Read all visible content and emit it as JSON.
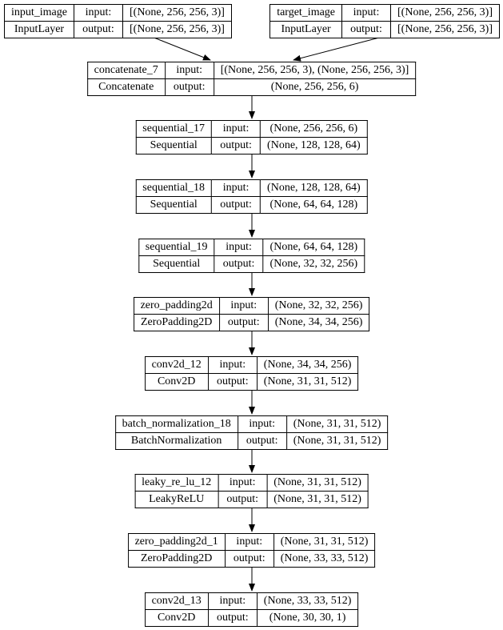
{
  "diagram": {
    "kind": "keras-layer-graph",
    "labels": {
      "input": "input:",
      "output": "output:"
    },
    "nodes": [
      {
        "name": "input_image",
        "type": "InputLayer",
        "input": "[(None, 256, 256, 3)]",
        "output": "[(None, 256, 256, 3)]"
      },
      {
        "name": "target_image",
        "type": "InputLayer",
        "input": "[(None, 256, 256, 3)]",
        "output": "[(None, 256, 256, 3)]"
      },
      {
        "name": "concatenate_7",
        "type": "Concatenate",
        "input": "[(None, 256, 256, 3), (None, 256, 256, 3)]",
        "output": "(None, 256, 256, 6)"
      },
      {
        "name": "sequential_17",
        "type": "Sequential",
        "input": "(None, 256, 256, 6)",
        "output": "(None, 128, 128, 64)"
      },
      {
        "name": "sequential_18",
        "type": "Sequential",
        "input": "(None, 128, 128, 64)",
        "output": "(None, 64, 64, 128)"
      },
      {
        "name": "sequential_19",
        "type": "Sequential",
        "input": "(None, 64, 64, 128)",
        "output": "(None, 32, 32, 256)"
      },
      {
        "name": "zero_padding2d",
        "type": "ZeroPadding2D",
        "input": "(None, 32, 32, 256)",
        "output": "(None, 34, 34, 256)"
      },
      {
        "name": "conv2d_12",
        "type": "Conv2D",
        "input": "(None, 34, 34, 256)",
        "output": "(None, 31, 31, 512)"
      },
      {
        "name": "batch_normalization_18",
        "type": "BatchNormalization",
        "input": "(None, 31, 31, 512)",
        "output": "(None, 31, 31, 512)"
      },
      {
        "name": "leaky_re_lu_12",
        "type": "LeakyReLU",
        "input": "(None, 31, 31, 512)",
        "output": "(None, 31, 31, 512)"
      },
      {
        "name": "zero_padding2d_1",
        "type": "ZeroPadding2D",
        "input": "(None, 31, 31, 512)",
        "output": "(None, 33, 33, 512)"
      },
      {
        "name": "conv2d_13",
        "type": "Conv2D",
        "input": "(None, 33, 33, 512)",
        "output": "(None, 30, 30, 1)"
      }
    ],
    "edges": [
      {
        "from": "input_image",
        "to": "concatenate_7"
      },
      {
        "from": "target_image",
        "to": "concatenate_7"
      },
      {
        "from": "concatenate_7",
        "to": "sequential_17"
      },
      {
        "from": "sequential_17",
        "to": "sequential_18"
      },
      {
        "from": "sequential_18",
        "to": "sequential_19"
      },
      {
        "from": "sequential_19",
        "to": "zero_padding2d"
      },
      {
        "from": "zero_padding2d",
        "to": "conv2d_12"
      },
      {
        "from": "conv2d_12",
        "to": "batch_normalization_18"
      },
      {
        "from": "batch_normalization_18",
        "to": "leaky_re_lu_12"
      },
      {
        "from": "leaky_re_lu_12",
        "to": "zero_padding2d_1"
      },
      {
        "from": "zero_padding2d_1",
        "to": "conv2d_13"
      }
    ]
  }
}
